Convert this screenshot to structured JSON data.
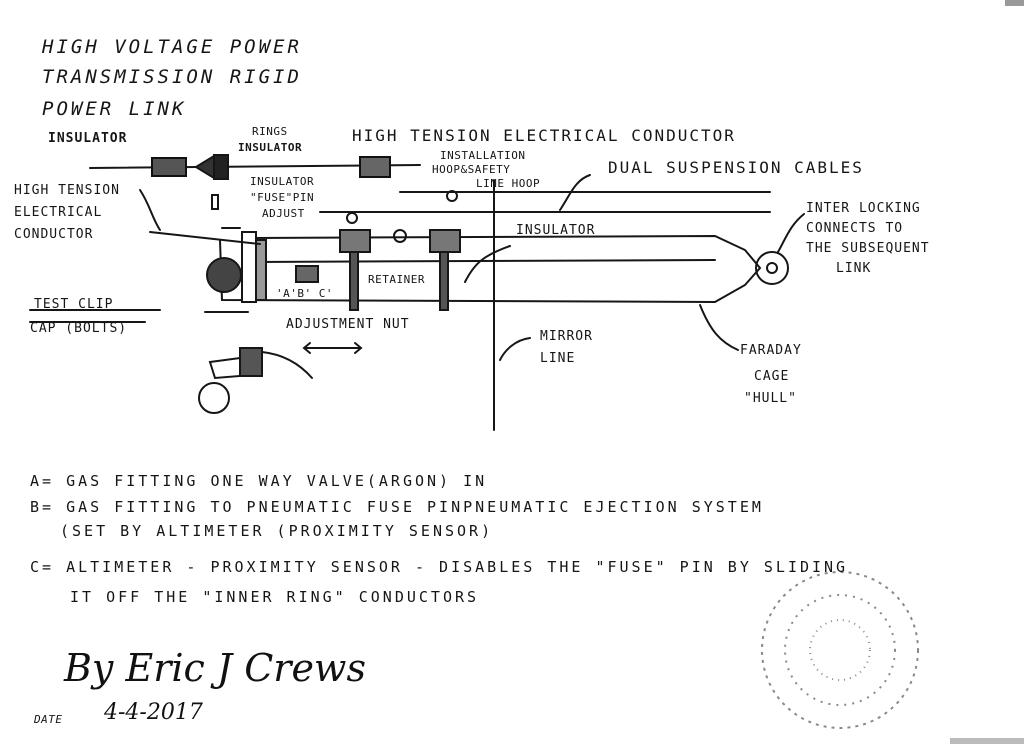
{
  "title": {
    "line1": "HIGH VOLTAGE POWER",
    "line2": "TRANSMISSION RIGID",
    "line3": "POWER LINK"
  },
  "labels": {
    "insulator_top": "INSULATOR",
    "rings": "RINGS",
    "rings_insulator": "INSULATOR",
    "high_tension_top": "HIGH TENSION ELECTRICAL CONDUCTOR",
    "installation": "INSTALLATION",
    "hoop_safety": "HOOP&SAFETY",
    "line_hoop": "LINE HOOP",
    "dual_suspension": "DUAL SUSPENSION CABLES",
    "high_tension_left_1": "HIGH TENSION",
    "high_tension_left_2": "ELECTRICAL",
    "high_tension_left_3": "CONDUCTOR",
    "insulator_mid": "INSULATOR",
    "fuse_pin_1": "\"FUSE\"PIN",
    "fuse_pin_2": "ADJUST",
    "insulator_right": "INSULATOR",
    "interlock_1": "INTER LOCKING",
    "interlock_2": "CONNECTS TO",
    "interlock_3": "THE SUBSEQUENT",
    "interlock_4": "LINK",
    "retainer": "RETAINER",
    "abc": "'A'B' C'",
    "test_clip": "TEST CLIP",
    "cap_bolts": "CAP (BOLTS)",
    "adjustment_nut": "ADJUSTMENT NUT",
    "mirror_1": "MIRROR",
    "mirror_2": "LINE",
    "faraday_1": "FARADAY",
    "faraday_2": "CAGE",
    "faraday_3": "\"HULL\""
  },
  "notes": {
    "a": "A= GAS FITTING ONE WAY VALVE(ARGON) IN",
    "b1": "B= GAS FITTING TO PNEUMATIC FUSE PINPNEUMATIC EJECTION SYSTEM",
    "b2": "(SET BY ALTIMETER (PROXIMITY SENSOR)",
    "c1": "C= ALTIMETER - PROXIMITY SENSOR - DISABLES THE \"FUSE\" PIN BY SLIDING",
    "c2": "IT OFF THE \"INNER RING\" CONDUCTORS"
  },
  "signature": {
    "name": "By Eric J Crews",
    "date_label": "DATE",
    "date_value": "4-4-2017"
  },
  "colors": {
    "ink": "#161616",
    "paper": "#ffffff",
    "stamp": "#8a8a8a"
  }
}
